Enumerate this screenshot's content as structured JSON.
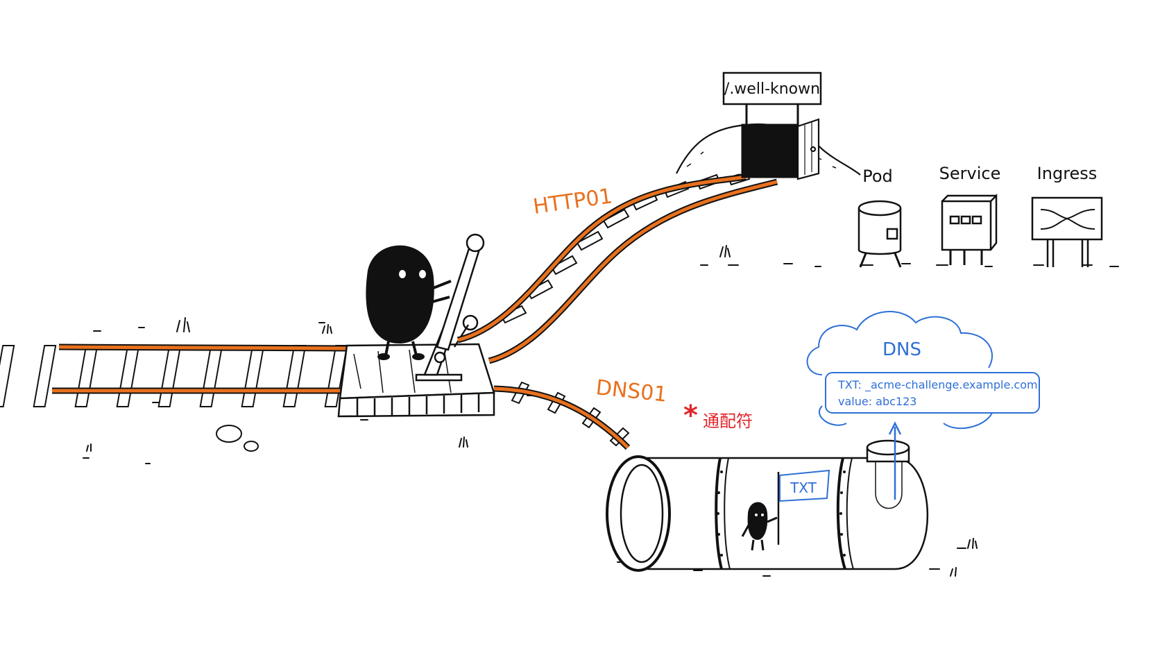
{
  "signs": {
    "well_known": "/.well-known"
  },
  "routes": {
    "http01": "HTTP01",
    "dns01": "DNS01",
    "wildcard_mark": "*",
    "wildcard_label": "通配符"
  },
  "k8s": {
    "pod": "Pod",
    "service": "Service",
    "ingress": "Ingress"
  },
  "dns_cloud": {
    "title": "DNS",
    "txt_line": "TXT: _acme-challenge.example.com",
    "value_line": "value: abc123"
  },
  "flag": {
    "label": "TXT"
  },
  "colors": {
    "rail": "#e8711e",
    "dns_blue": "#2e6fd6",
    "wildcard_red": "#e0262b",
    "ink": "#111111"
  }
}
